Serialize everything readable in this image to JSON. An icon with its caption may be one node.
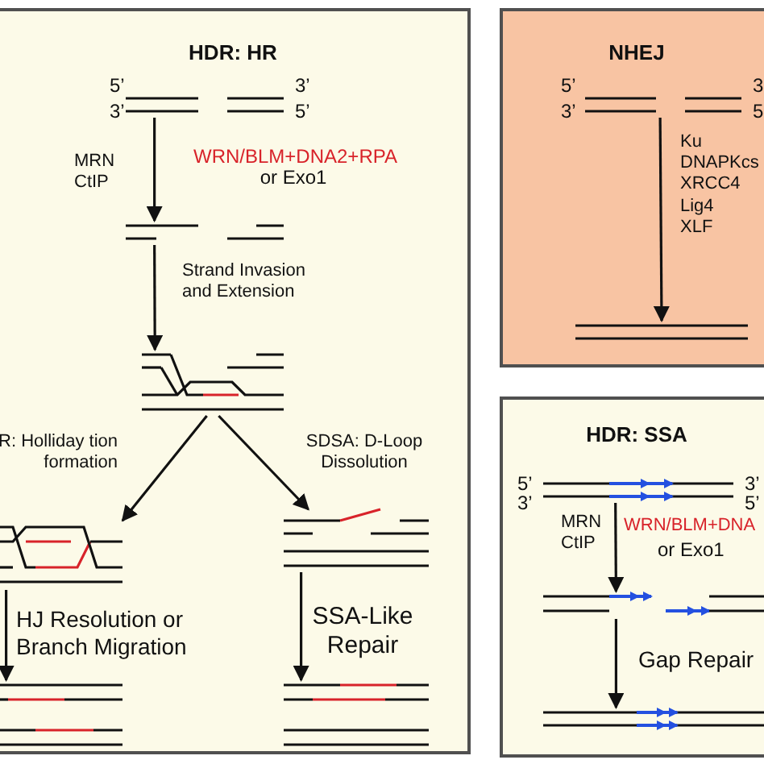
{
  "diagram": {
    "nodes": [
      {
        "text": [
          "HDR: HR"
        ]
      },
      {
        "text": [],
        "shape": "picture",
        "in": 0,
        "beside": [
          "5’",
          "3’",
          "3’",
          "5’"
        ]
      },
      {
        "text": [],
        "shape": "picture",
        "in": 0
      },
      {
        "text": [],
        "shape": "picture",
        "in": 0
      },
      {
        "text": [],
        "shape": "picture",
        "in": 0
      },
      {
        "text": [],
        "shape": "picture",
        "in": 0
      },
      {
        "text": [],
        "shape": "picture",
        "in": 0
      },
      {
        "text": [],
        "shape": "picture",
        "in": 0
      },
      {
        "text": [
          "NHEJ"
        ]
      },
      {
        "text": [],
        "shape": "picture",
        "in": 8,
        "beside": [
          "5’",
          "3’",
          "3",
          "5"
        ]
      },
      {
        "text": [],
        "shape": "picture",
        "in": 8
      },
      {
        "text": [
          "HDR: SSA"
        ]
      },
      {
        "text": [],
        "shape": "picture",
        "in": 11,
        "beside": [
          "5’",
          "3’",
          "3’",
          "5’"
        ]
      },
      {
        "text": [],
        "shape": "picture",
        "in": 11
      },
      {
        "text": [],
        "shape": "picture",
        "in": 11
      }
    ],
    "edges": [
      {
        "from": 1,
        "to": 2,
        "arrow": "to",
        "label": "MRN CtIP"
      },
      {
        "from": 2,
        "to": 3,
        "arrow": "to",
        "label": "Strand Invasion and Extension"
      },
      {
        "from": 3,
        "to": 4,
        "arrow": "to",
        "label": "R: Holliday tion formation"
      },
      {
        "from": 3,
        "to": 5,
        "arrow": "to",
        "label": "SDSA: D-Loop Dissolution"
      },
      {
        "from": 4,
        "to": 6,
        "arrow": "to",
        "label": "HJ Resolution or Branch Migration"
      },
      {
        "from": 5,
        "to": 7,
        "arrow": "to",
        "label": "SSA-Like Repair"
      },
      {
        "from": 9,
        "to": 10,
        "arrow": "to",
        "label": "Ku DNAPKcs XRCC4 Lig4 XLF"
      },
      {
        "from": 12,
        "to": 13,
        "arrow": "to",
        "label": "MRN CtIP"
      },
      {
        "from": 13,
        "to": 14,
        "arrow": "to",
        "label": "Gap Repair"
      }
    ],
    "labels": [
      "WRN/BLM+DNA2+RPA",
      "or Exo1",
      "WRN/BLM+DNA",
      "or Exo1"
    ]
  }
}
